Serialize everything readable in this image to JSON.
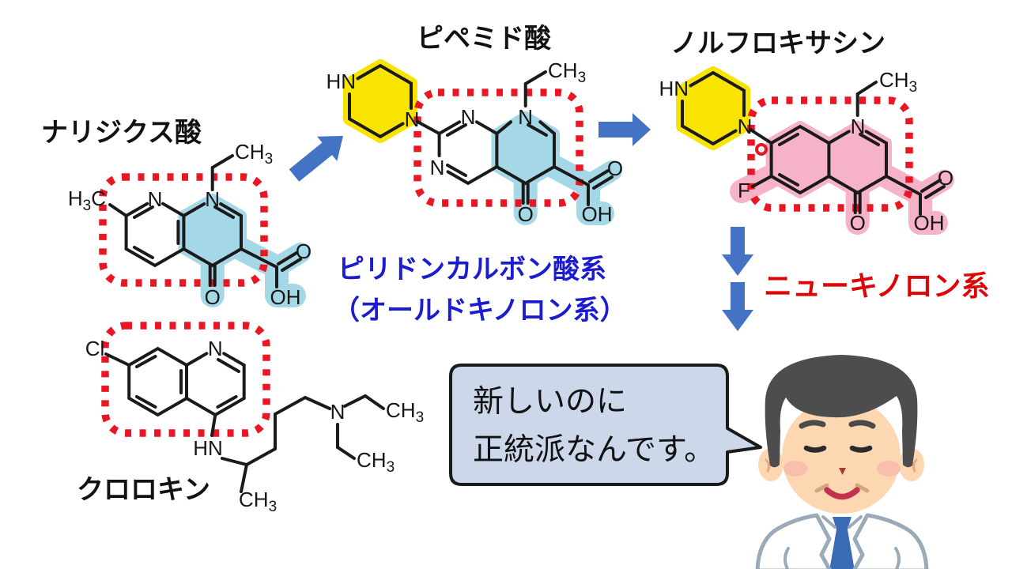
{
  "molecules": {
    "nalidixic_acid": {
      "name": "ナリジクス酸"
    },
    "pipemidic_acid": {
      "name": "ピペミド酸"
    },
    "norfloxacin": {
      "name": "ノルフロキサシン"
    },
    "chloroquine": {
      "name": "クロロキン"
    }
  },
  "classes": {
    "old_line1": "ピリドンカルボン酸系",
    "old_line2": "（オールドキノロン系）",
    "new_label": "ニューキノロン系"
  },
  "speech_bubble": {
    "line1": "新しいのに",
    "line2": "正統派なんです。"
  },
  "atoms": {
    "N": "N",
    "HN": "HN",
    "O": "O",
    "OH": "OH",
    "F": "F",
    "Cl": "Cl",
    "H": "H",
    "C": "C",
    "CH": "CH",
    "sub3": "3"
  },
  "colors": {
    "bond": "#1a1a1a",
    "dashed_red": "#e81723",
    "highlight_blue": "#a5d8e6",
    "highlight_yellow": "#f8e400",
    "highlight_pink": "#f6b3c7",
    "arrow_blue": "#4472c4",
    "label_blue": "#1b1bd0",
    "label_red": "#dd0606",
    "bubble_fill": "#ccd8ea",
    "skin": "#fcd7b2",
    "hair": "#4d4d4d",
    "tie_blue": "#3a6cb5",
    "coat_line": "#9aaab8"
  }
}
